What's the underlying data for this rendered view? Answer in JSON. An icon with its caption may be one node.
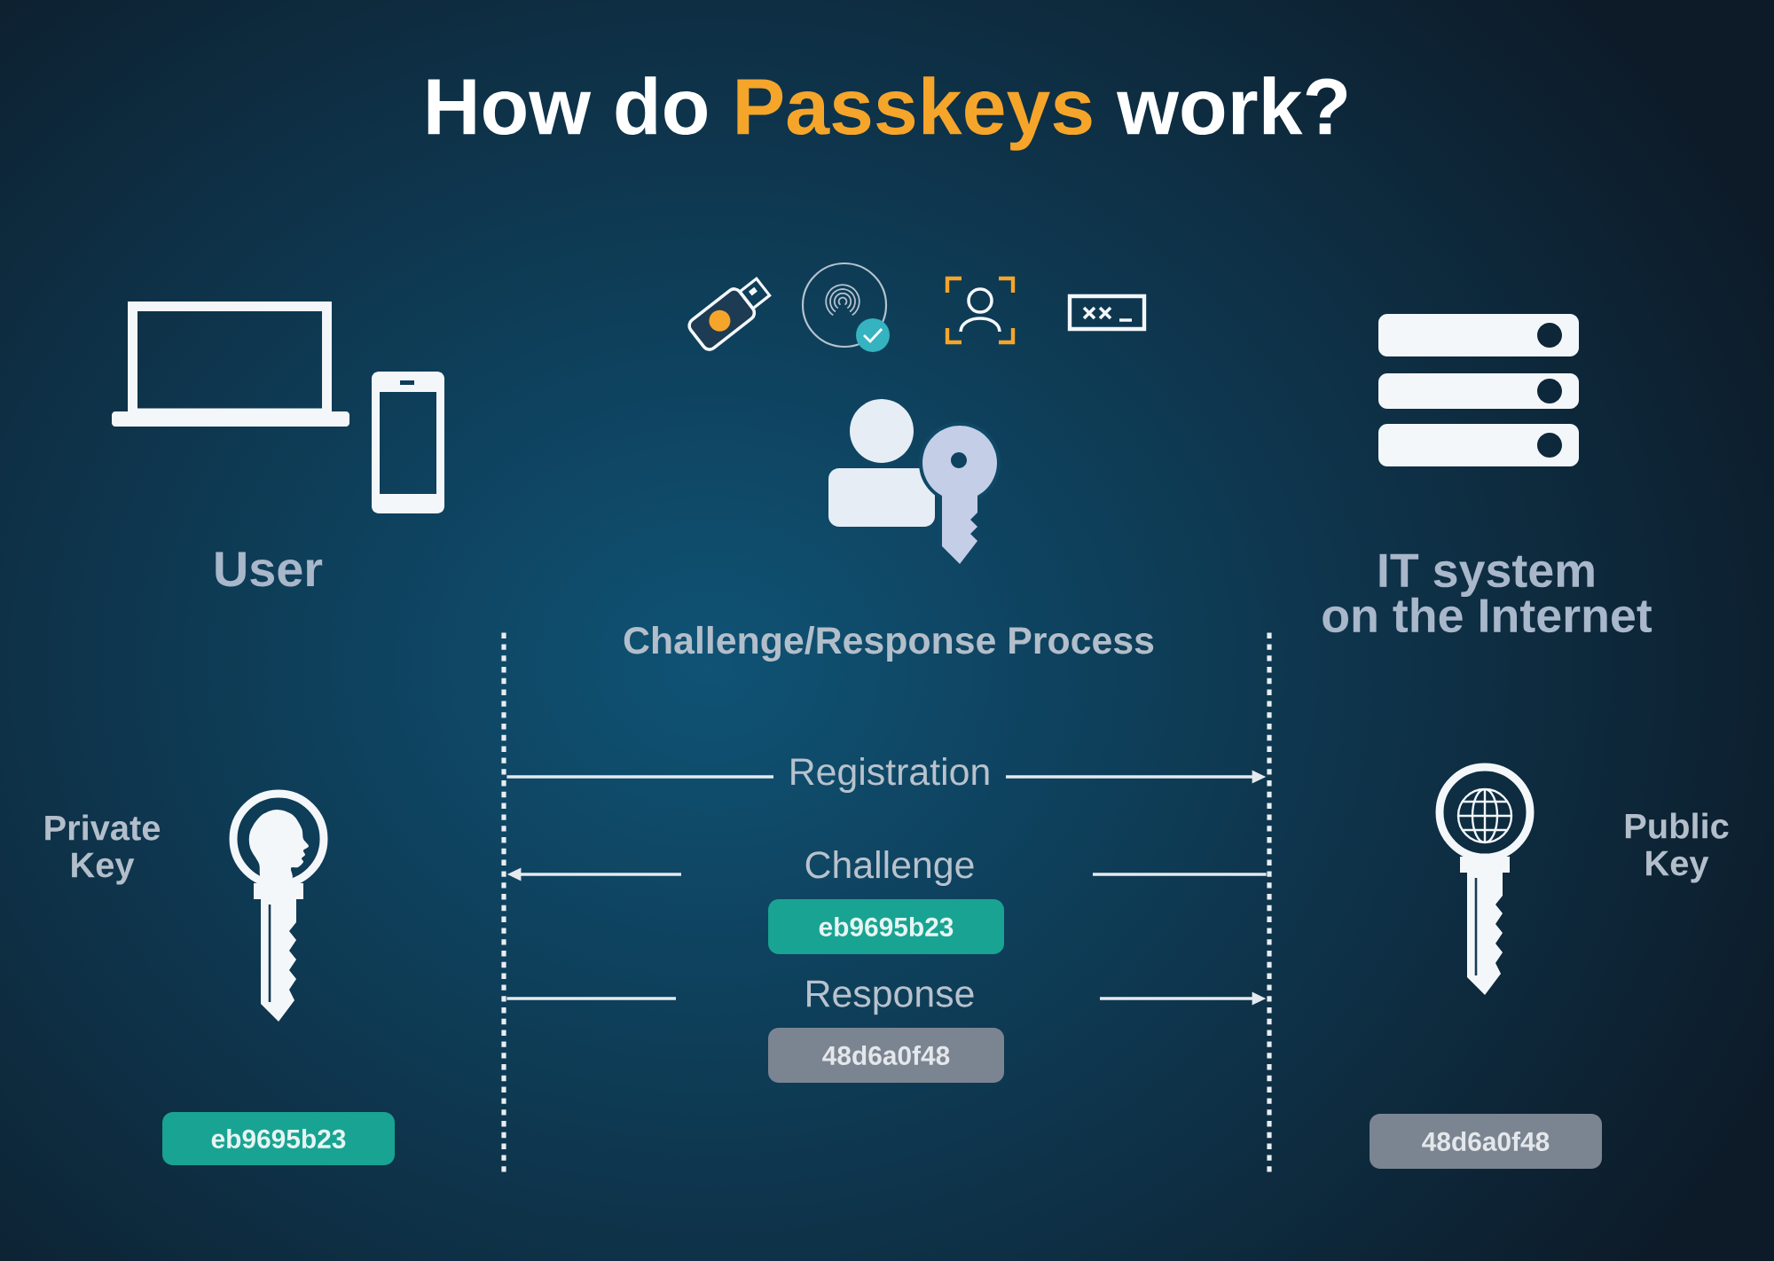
{
  "diagram": {
    "title": "How do **Passkeys** work?",
    "nodes": [
      {
        "text": [],
        "shape": "line"
      },
      {
        "text": [],
        "shape": "line"
      },
      {
        "text": [
          "eb9695b23"
        ]
      },
      {
        "text": [
          "48d6a0f48"
        ]
      },
      {
        "text": [
          "eb9695b23"
        ]
      },
      {
        "text": [
          "48d6a0f48"
        ]
      }
    ],
    "edges": [
      {
        "from": 0,
        "to": 1,
        "arrow": "to",
        "label": "Registration"
      },
      {
        "from": 1,
        "to": 0,
        "arrow": "to",
        "label": "Challenge"
      },
      {
        "from": 0,
        "to": 1,
        "arrow": "to",
        "label": "Response"
      }
    ],
    "labels": [
      "User",
      "IT system on the Internet",
      "Challenge/Response Process",
      "Private Key",
      "Public Key"
    ]
  }
}
